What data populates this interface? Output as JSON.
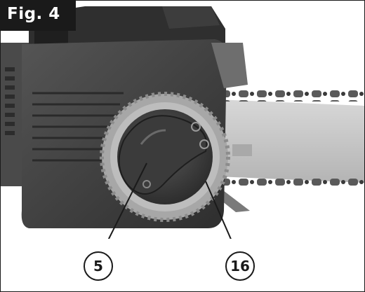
{
  "figure": {
    "label": "Fig. 4"
  },
  "callouts": [
    {
      "number": "5"
    },
    {
      "number": "16"
    }
  ],
  "photo": {
    "subject": "chainsaw-chain-tensioning-knob",
    "palette": {
      "background": "#ffffff",
      "housing_dark": "#3c3c3c",
      "housing_mid": "#4b4b4b",
      "bar": "#c9c9c9",
      "chain": "#555555",
      "ring": "#b3b3b3",
      "frame": "#1a1a1a"
    }
  }
}
